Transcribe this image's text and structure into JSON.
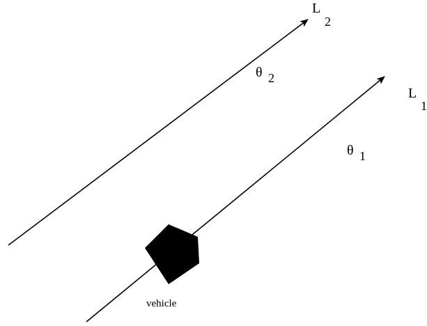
{
  "diagram": {
    "lines": {
      "l2": {
        "name_main": "L",
        "name_sub": "2",
        "angle_main": "θ",
        "angle_sub": "2"
      },
      "l1": {
        "name_main": "L",
        "name_sub": "1",
        "angle_main": "θ",
        "angle_sub": "1"
      }
    },
    "vehicle": {
      "label": "vehicle"
    }
  },
  "colors": {
    "ink": "#000000",
    "background": "#ffffff"
  }
}
